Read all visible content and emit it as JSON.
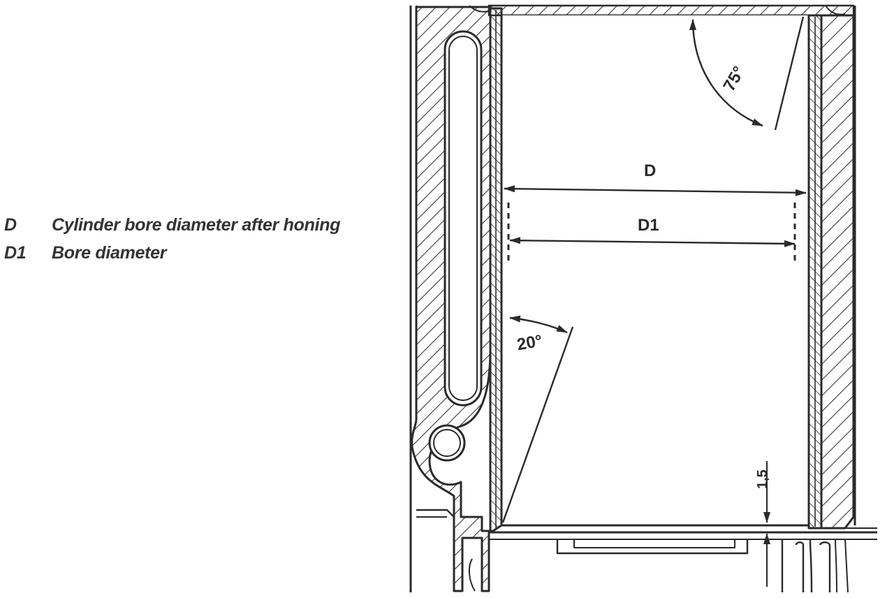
{
  "legend": {
    "items": [
      {
        "symbol": "D",
        "description": "Cylinder bore diameter after honing"
      },
      {
        "symbol": "D1",
        "description": "Bore diameter"
      }
    ]
  },
  "drawing": {
    "dimension_labels": {
      "bore_after_honing": "D",
      "bore": "D1",
      "top_angle": "75°",
      "bottom_angle": "20°",
      "offset": "1,5"
    },
    "colors": {
      "line": "#2a2a2a",
      "hatch": "#444444",
      "background": "#ffffff"
    }
  }
}
